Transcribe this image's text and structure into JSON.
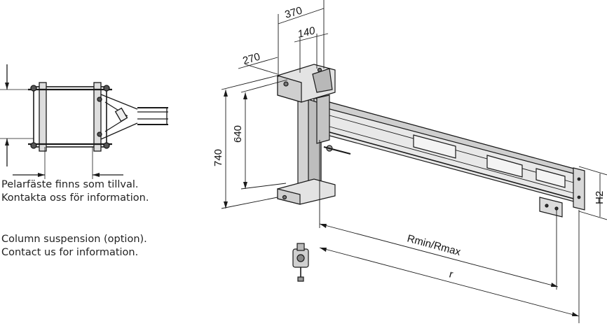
{
  "dimensions": {
    "width_top": "370",
    "width_mid": "140",
    "depth": "270",
    "height_total": "740",
    "height_inner": "640",
    "beam_height": "H2",
    "reach": "Rmin/Rmax",
    "radius": "r"
  },
  "captions": {
    "swedish": [
      "Pelarfäste finns som tillval.",
      "Kontakta oss för information."
    ],
    "english": [
      "Column suspension (option).",
      "Contact us for information."
    ]
  },
  "colors": {
    "line": "#1a1a1a",
    "metal": "#c9c9c9",
    "dark": "#555555"
  }
}
